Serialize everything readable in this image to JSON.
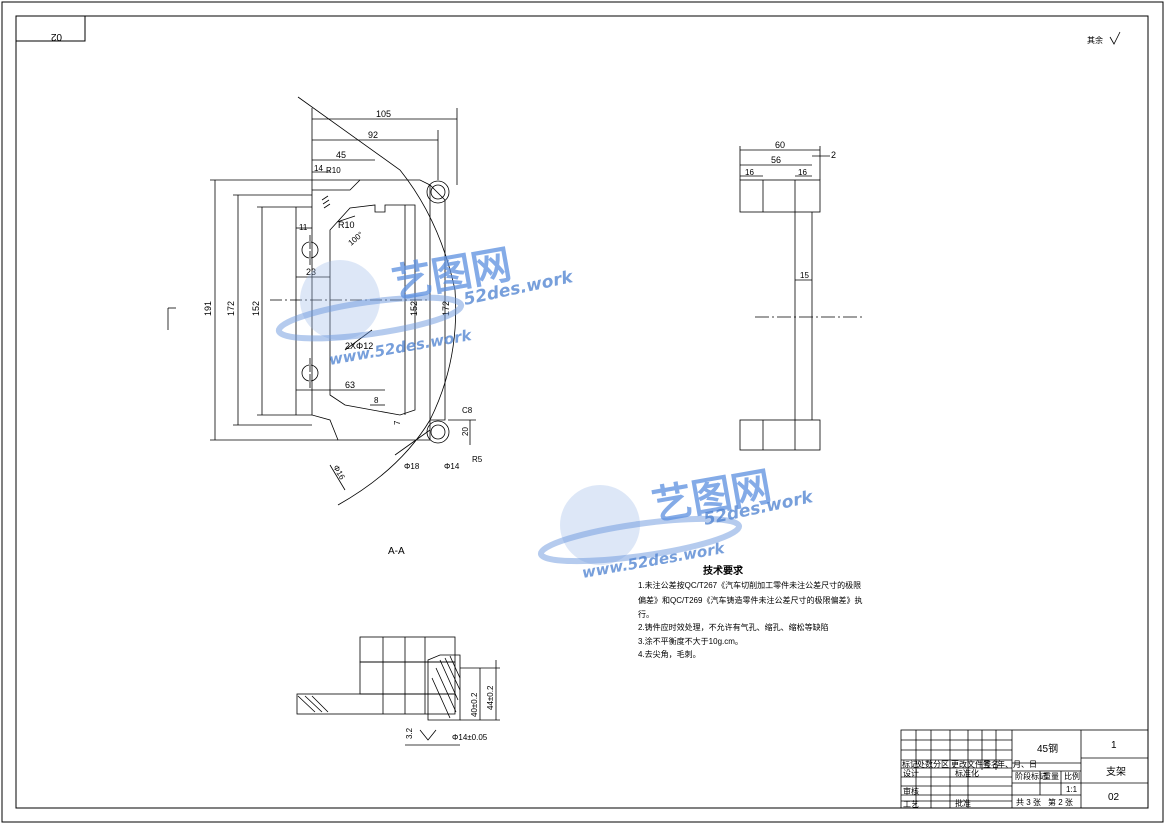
{
  "sheet": {
    "drawing_no_rotated": "02",
    "roughness_note": "其余"
  },
  "views": {
    "front": {
      "section_label": "A-A",
      "dims": {
        "d105": "105",
        "d92": "92",
        "d45": "45",
        "d14": "14",
        "r10a": "R10",
        "r10b": "R10",
        "d11": "11",
        "d23": "23",
        "d191": "191",
        "d172": "172",
        "d152": "152",
        "d152b": "152",
        "d172b": "172",
        "hole": "2XΦ12",
        "d63": "63",
        "d8": "8",
        "d7": "7",
        "c8": "C8",
        "d20": "20",
        "phi18": "Φ18",
        "phi14": "Φ14",
        "r5": "R5",
        "ang": "100°",
        "phi16": "Φ16"
      }
    },
    "side": {
      "dims": {
        "d60": "60",
        "d56": "56",
        "d2": "2",
        "d16a": "16",
        "d16b": "16",
        "d15": "15"
      }
    },
    "detail": {
      "dims": {
        "d40": "40±0.2",
        "d44": "44±0.2",
        "d32": "3.2",
        "phi14": "Φ14±0.05"
      }
    }
  },
  "tech": {
    "title": "技术要求",
    "lines": [
      "1.未注公差按QC/T267《汽车切削加工零件未注公差尺寸的极限",
      "偏差》和QC/T269《汽车铸造零件未注公差尺寸的极限偏差》执",
      "行。",
      "2.铸件应时效处理，不允许有气孔、缩孔、缩松等缺陷",
      "3.涂不平衡度不大于10g.cm。",
      "4.去尖角，毛刺。"
    ]
  },
  "title_block": {
    "material": "45钢",
    "quantity": "1",
    "part_name": "支架",
    "drawing_no": "02",
    "small_labels": [
      "标记",
      "处数",
      "分区",
      "更改文件号",
      "签名",
      "年、月、日"
    ],
    "roles": [
      "设计",
      "审核",
      "工艺"
    ],
    "std": "标准化",
    "approve": "批准",
    "stage_header": [
      "阶段标记",
      "重量",
      "比例"
    ],
    "scale": "1:1",
    "sheets": "共 3 张",
    "sheet_no": "第 2 张"
  },
  "watermark": {
    "brand": "艺图网",
    "url_top": "52des.work",
    "url_bottom": "www.52des.work"
  }
}
